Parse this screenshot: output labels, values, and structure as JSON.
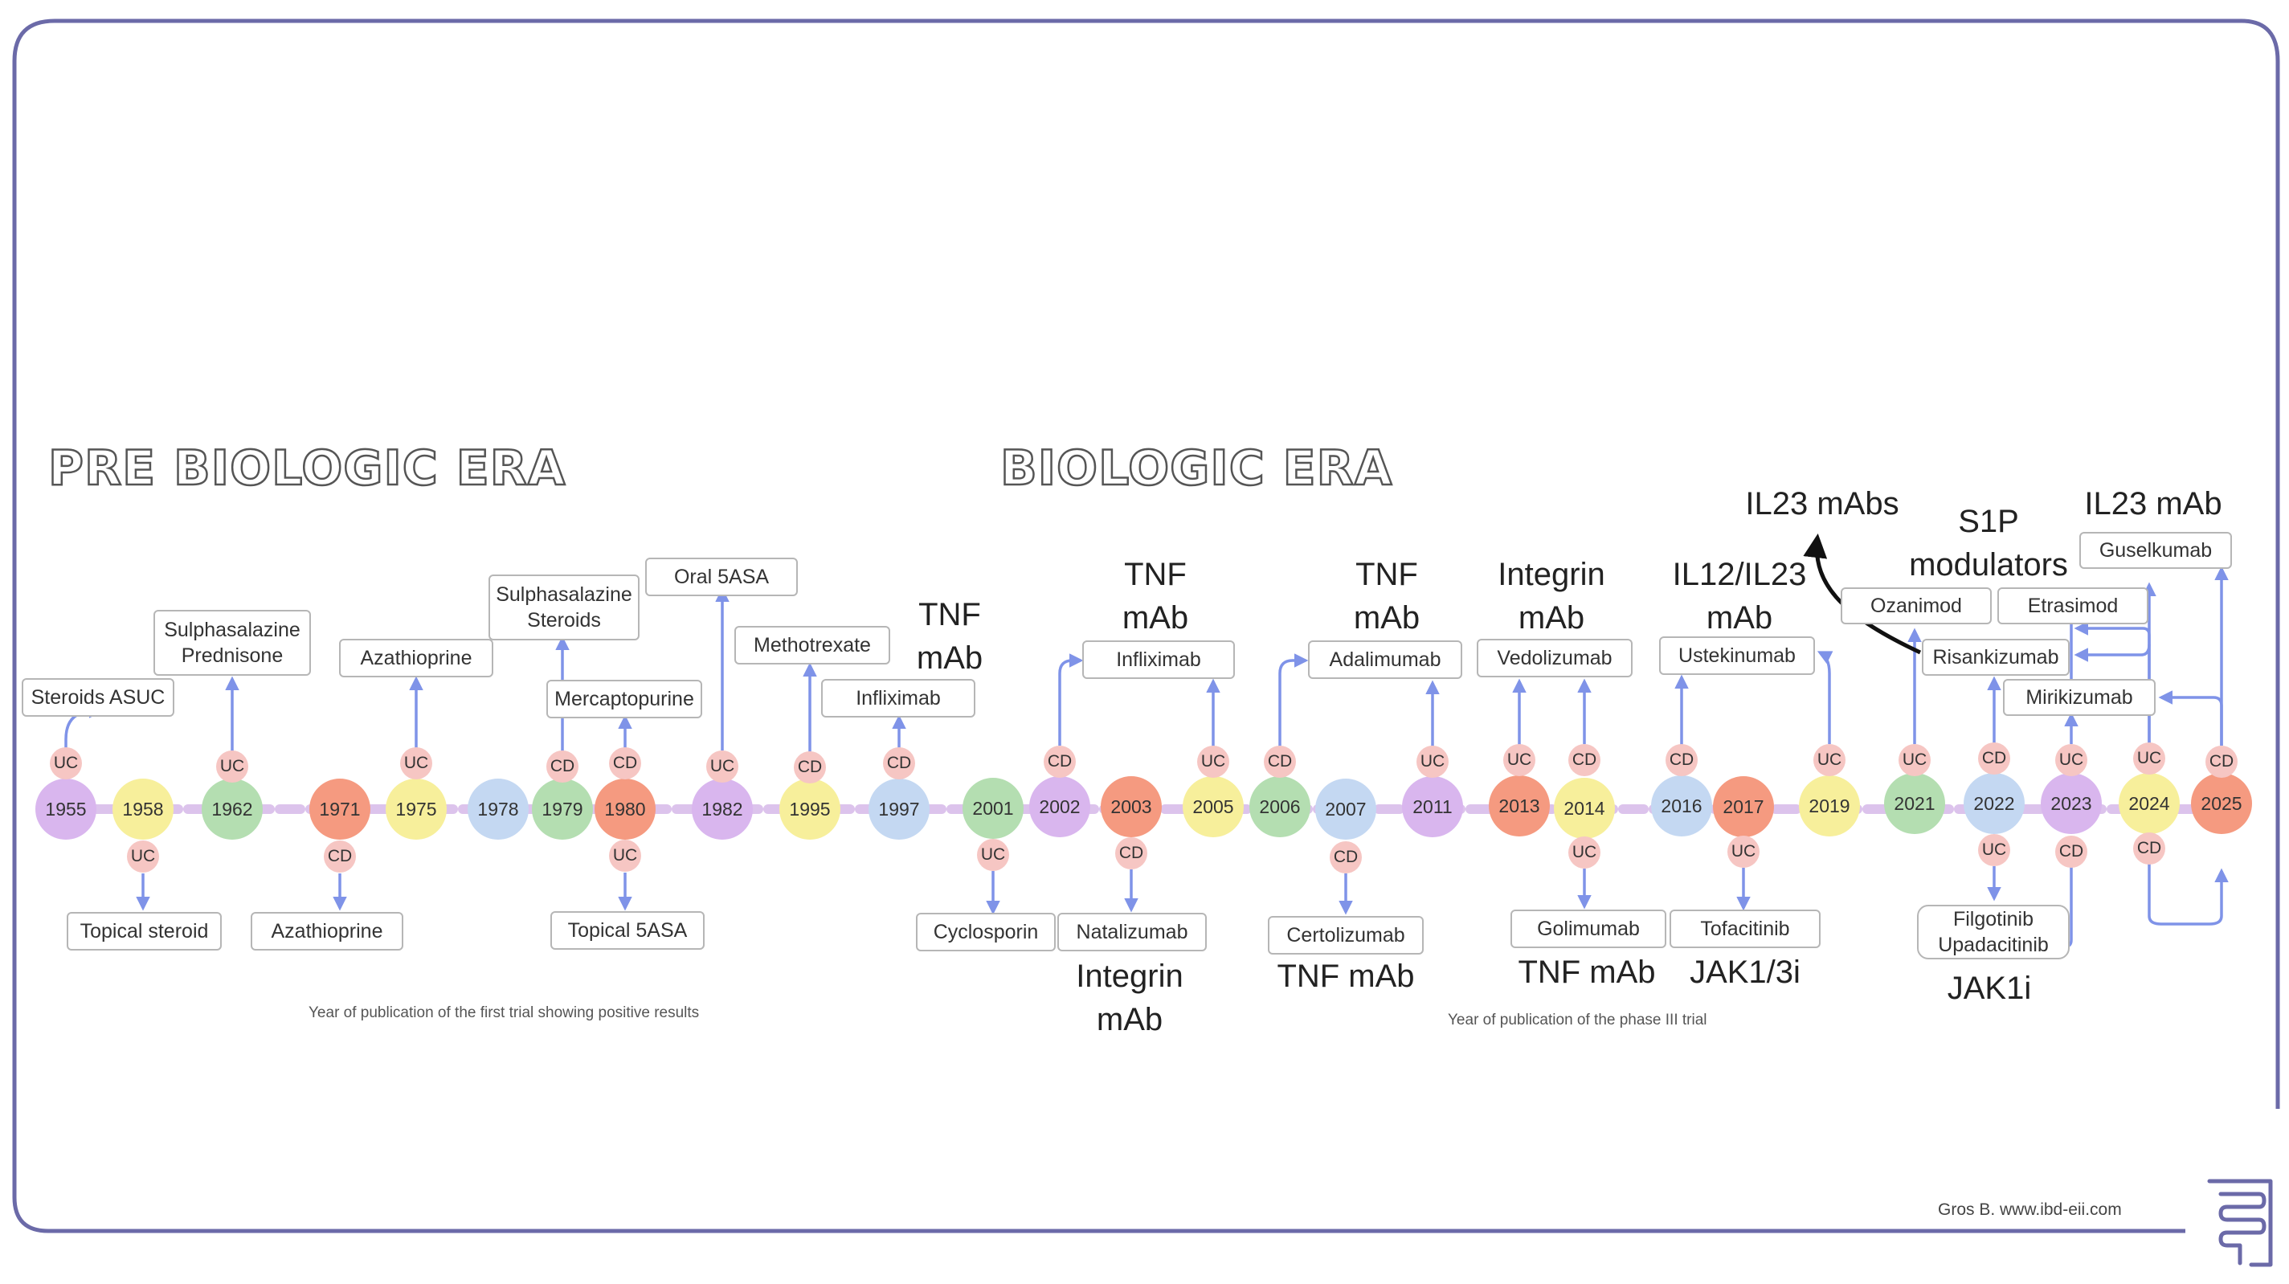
{
  "eras": {
    "pre": "PRE BIOLOGIC ERA",
    "bio": "BIOLOGIC ERA"
  },
  "years": [
    "1955",
    "1958",
    "1962",
    "1971",
    "1975",
    "1978",
    "1979",
    "1980",
    "1982",
    "1995",
    "1997",
    "2001",
    "2002",
    "2003",
    "2005",
    "2006",
    "2007",
    "2011",
    "2013",
    "2014",
    "2016",
    "2017",
    "2019",
    "2021",
    "2022",
    "2023",
    "2024",
    "2025"
  ],
  "tags": {
    "uc": "UC",
    "cd": "CD"
  },
  "drugs": {
    "steroids_asuc": "Steroids ASUC",
    "topical_steroid": "Topical steroid",
    "sulpha_pred_1": "Sulphasalazine",
    "sulpha_pred_2": "Prednisone",
    "aza_1975": "Azathioprine",
    "aza_1971": "Azathioprine",
    "sulpha_ster_1": "Sulphasalazine",
    "sulpha_ster_2": "Steroids",
    "mercaptopurine": "Mercaptopurine",
    "topical_5asa": "Topical 5ASA",
    "oral_5asa": "Oral 5ASA",
    "methotrexate": "Methotrexate",
    "infliximab_1997": "Infliximab",
    "cyclosporin": "Cyclosporin",
    "infliximab_2005": "Infliximab",
    "natalizumab": "Natalizumab",
    "adalimumab": "Adalimumab",
    "certolizumab": "Certolizumab",
    "vedolizumab": "Vedolizumab",
    "golimumab": "Golimumab",
    "ustekinumab": "Ustekinumab",
    "tofacitinib": "Tofacitinib",
    "ozanimod": "Ozanimod",
    "etrasimod": "Etrasimod",
    "risankizumab": "Risankizumab",
    "mirikizumab": "Mirikizumab",
    "guselkumab": "Guselkumab",
    "filgo_1": "Filgotinib",
    "filgo_2": "Upadacitinib"
  },
  "classes": {
    "tnf_1997": [
      "TNF",
      "mAb"
    ],
    "tnf_2005": [
      "TNF",
      "mAb"
    ],
    "tnf_2011": [
      "TNF",
      "mAb"
    ],
    "integrin_2013": [
      "Integrin",
      "mAb"
    ],
    "il12_2019": [
      "IL12/IL23",
      "mAb"
    ],
    "il23_mabs": [
      "IL23 mAbs"
    ],
    "s1p": [
      "S1P",
      "modulators"
    ],
    "il23_mab": [
      "IL23 mAb"
    ],
    "integrin_2003": [
      "Integrin",
      "mAb"
    ],
    "tnf_2007": [
      "TNF mAb"
    ],
    "tnf_2014": [
      "TNF mAb"
    ],
    "jak13": [
      "JAK1/3i"
    ],
    "jak1": [
      "JAK1i"
    ]
  },
  "notes": {
    "first_trial": "Year of publication of the first trial showing positive results",
    "phase3": "Year of publication of the phase III trial"
  },
  "credit": "Gros B. www.ibd-eii.com",
  "icons": [
    "intestine-logo-icon"
  ],
  "colors": {
    "purple": "#d9b6ee",
    "yellow": "#f7ef9b",
    "green": "#b4deb1",
    "orange": "#f59a80",
    "blue": "#c4d8f2",
    "tag": "#f6c6c3",
    "arrow": "#7f93e8",
    "frame": "#6b6aa8"
  }
}
